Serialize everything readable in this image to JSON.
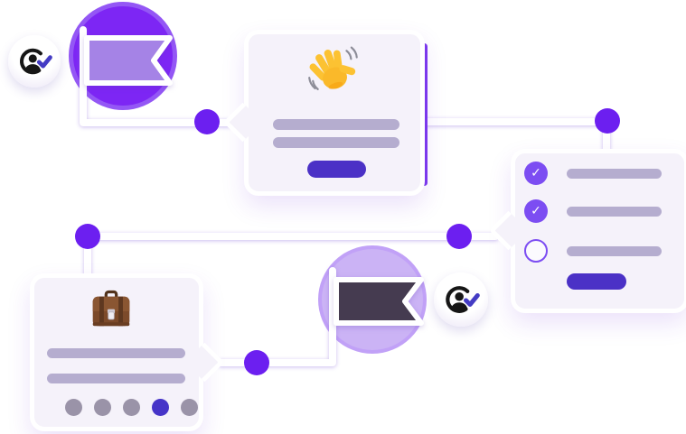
{
  "illustration": {
    "name": "onboarding-flow-illustration",
    "background_color": "#FFFFFF",
    "colors": {
      "connector_line": "#FFFFFF",
      "connector_dot": "#6C1FF0",
      "violet_circle": "#7D26F4",
      "violet_circle_halo": "#A880F6",
      "lavender_circle": "#CBB3F5",
      "lavender_circle_halo": "#BA94F8",
      "flag_start_fill": "#A583E6",
      "flag_end_fill": "#453B50",
      "card_background": "#F5F2FA",
      "card_border": "#FFFFFF",
      "placeholder_bar": "#B5ADCF",
      "primary_button": "#4B31C6",
      "check_filled": "#7C4DF2",
      "pagination_inactive": "#9A93A8",
      "pagination_active": "#4634C8",
      "user_icon_stroke": "#161616",
      "user_check_mark": "#443CC4",
      "accent_sliver": "#7C3AED"
    },
    "icons": [
      {
        "name": "user-verified-badge-top",
        "glyph": "person-circle-with-checkmark"
      },
      {
        "name": "user-verified-badge-bottom",
        "glyph": "person-circle-with-checkmark"
      },
      {
        "name": "flag-start-icon",
        "style": "light flag banner on violet circle"
      },
      {
        "name": "flag-end-icon",
        "style": "dark flag banner on lavender circle"
      }
    ],
    "cards": {
      "welcome": {
        "emoji": "👋",
        "emoji_name": "waving-hand-emoji",
        "placeholder_lines": 2,
        "has_button": true,
        "button_label": ""
      },
      "checklist": {
        "items": [
          {
            "state": "checked",
            "mark": "✓"
          },
          {
            "state": "checked",
            "mark": "✓"
          },
          {
            "state": "unchecked",
            "mark": ""
          }
        ],
        "placeholder_lines": 3,
        "has_button": true,
        "button_label": ""
      },
      "profile": {
        "emoji": "💼",
        "emoji_name": "briefcase-emoji",
        "placeholder_lines": 2,
        "pagination": {
          "count": 5,
          "active_index": 3
        }
      }
    },
    "connector_dots_count": 5,
    "check_mark_glyph": "✓"
  }
}
